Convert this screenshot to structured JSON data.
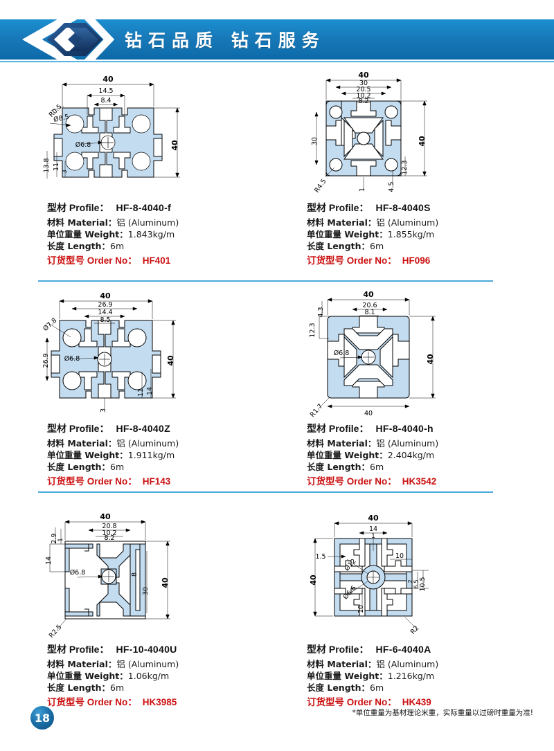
{
  "header": {
    "title": "钻石品质  钻石服务",
    "logo_name": "diamond-logo"
  },
  "labels": {
    "profile": "型材 Profile：",
    "material": "材料 Material：",
    "weight": "单位重量 Weight：",
    "length": "长度 Length：",
    "order_no": "订货型号 Order No："
  },
  "products": [
    {
      "profile": "HF-8-4040-f",
      "material": "铝 (Aluminum)",
      "weight": "1.843kg/m",
      "length": "6m",
      "order_no": "HF401",
      "dims": [
        "40",
        "14.5",
        "8.4",
        "R0.5",
        "Ø8.5",
        "Ø6.8",
        "13.8",
        "11",
        "3",
        "40"
      ]
    },
    {
      "profile": "HF-8-4040S",
      "material": "铝 (Aluminum)",
      "weight": "1.855kg/m",
      "length": "6m",
      "order_no": "HF096",
      "dims": [
        "40",
        "30",
        "20.5",
        "10.2",
        "8.2",
        "30",
        "40",
        "12.3",
        "4.5",
        "1",
        "R4.5"
      ]
    },
    {
      "profile": "HF-8-4040Z",
      "material": "铝 (Aluminum)",
      "weight": "1.911kg/m",
      "length": "6m",
      "order_no": "HF143",
      "dims": [
        "40",
        "26.9",
        "14.4",
        "8.5",
        "Ø7.8",
        "Ø6.8",
        "26.9",
        "40",
        "11",
        "14",
        "3"
      ]
    },
    {
      "profile": "HF-8-4040-h",
      "material": "铝 (Aluminum)",
      "weight": "2.404kg/m",
      "length": "6m",
      "order_no": "HK3542",
      "dims": [
        "40",
        "4.3",
        "20.6",
        "8.1",
        "12.3",
        "Ø6.8",
        "40",
        "40",
        "R1.7"
      ]
    },
    {
      "profile": "HF-10-4040U",
      "material": "铝 (Aluminum)",
      "weight": "1.06kg/m",
      "length": "6m",
      "order_no": "HK3985",
      "dims": [
        "40",
        "20.8",
        "10.2",
        "8.2",
        "2.9",
        "1",
        "14",
        "Ø6.8",
        "8",
        "30",
        "40",
        "R2.5"
      ]
    },
    {
      "profile": "HF-6-4040A",
      "material": "铝 (Aluminum)",
      "weight": "1.216kg/m",
      "length": "6m",
      "order_no": "HK439",
      "dims": [
        "40",
        "14",
        "1",
        "1.5",
        "Ø12",
        "Ø6.6",
        "40",
        "10",
        "2",
        "6.5",
        "10.5",
        "10",
        "R2"
      ]
    }
  ],
  "footer": {
    "page_number": "18",
    "note": "*单位重量为基材理论米重，实际重量以过磅时重量为准!"
  },
  "colors": {
    "banner_blue": "#1879b9",
    "divider_blue": "#4aa8dc",
    "order_red": "#cc1111",
    "fill_blue": "#c3dcf0"
  }
}
